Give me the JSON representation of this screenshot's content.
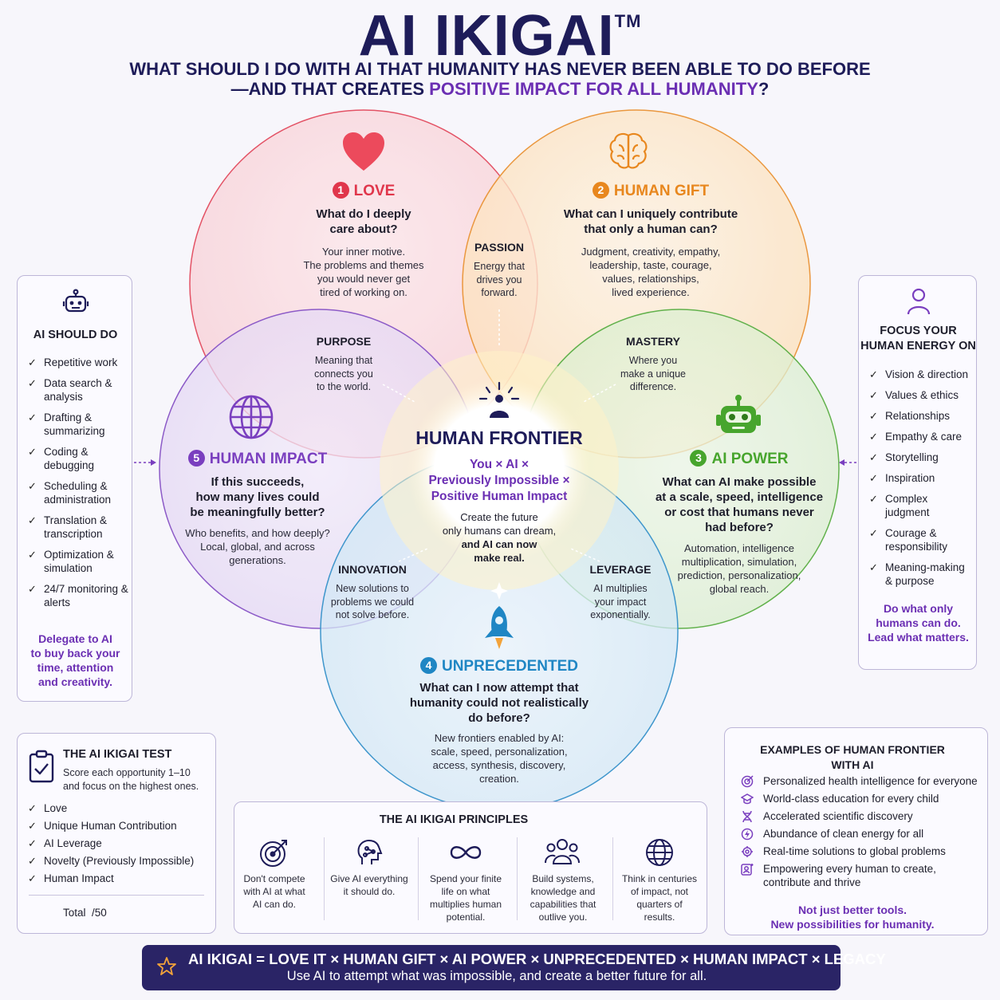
{
  "header": {
    "title": "AI IKIGAI",
    "tm": "TM",
    "subtitle_line1": "WHAT SHOULD I DO WITH AI THAT HUMANITY HAS NEVER BEEN ABLE TO DO BEFORE",
    "subtitle_line2_a": "—AND THAT CREATES ",
    "subtitle_line2_b": "POSITIVE IMPACT FOR ALL HUMANITY",
    "subtitle_line2_c": "?"
  },
  "colors": {
    "love": "#e0364b",
    "gift": "#e8871e",
    "power": "#47a52d",
    "unprecedented": "#1f86c4",
    "impact": "#7a3fbf",
    "navy": "#1e1c59",
    "accent_purple": "#6b2fb3"
  },
  "circles": {
    "love": {
      "num": "1",
      "title": "LOVE",
      "question": [
        "What do I deeply",
        "care about?"
      ],
      "desc": [
        "Your inner motive.",
        "The problems and themes",
        "you would never get",
        "tired of working on."
      ],
      "icon": "heart-icon"
    },
    "gift": {
      "num": "2",
      "title": "HUMAN GIFT",
      "question": [
        "What can I uniquely contribute",
        "that only a human can?"
      ],
      "desc": [
        "Judgment, creativity, empathy,",
        "leadership, taste, courage,",
        "values, relationships,",
        "lived experience."
      ],
      "icon": "brain-icon"
    },
    "power": {
      "num": "3",
      "title": "AI POWER",
      "question": [
        "What can AI make possible",
        "at a scale, speed, intelligence",
        "or cost that humans never",
        "had before?"
      ],
      "desc": [
        "Automation, intelligence",
        "multiplication, simulation,",
        "prediction, personalization,",
        "global reach."
      ],
      "icon": "robot-icon"
    },
    "unprecedented": {
      "num": "4",
      "title": "UNPRECEDENTED",
      "question": [
        "What can I now attempt that",
        "humanity could not realistically",
        "do before?"
      ],
      "desc": [
        "New frontiers enabled by AI:",
        "scale, speed, personalization,",
        "access, synthesis, discovery,",
        "creation."
      ],
      "icon": "rocket-icon"
    },
    "impact": {
      "num": "5",
      "title": "HUMAN IMPACT",
      "question": [
        "If this succeeds,",
        "how many lives could",
        "be meaningfully better?"
      ],
      "desc": [
        "Who benefits, and how deeply?",
        "Local, global, and across",
        "generations."
      ],
      "icon": "globe-icon"
    }
  },
  "overlaps": {
    "passion": {
      "label": "PASSION",
      "desc": [
        "Energy that",
        "drives you",
        "forward."
      ]
    },
    "purpose": {
      "label": "PURPOSE",
      "desc": [
        "Meaning that",
        "connects you",
        "to the world."
      ]
    },
    "mastery": {
      "label": "MASTERY",
      "desc": [
        "Where you",
        "make a unique",
        "difference."
      ]
    },
    "innovation": {
      "label": "INNOVATION",
      "desc": [
        "New solutions to",
        "problems we could",
        "not solve before."
      ]
    },
    "leverage": {
      "label": "LEVERAGE",
      "desc": [
        "AI multiplies",
        "your impact",
        "exponentially."
      ]
    }
  },
  "frontier": {
    "title": "HUMAN FRONTIER",
    "formula": [
      "You × AI ×",
      "Previously Impossible ×",
      "Positive Human Impact"
    ],
    "desc": [
      "Create the future",
      "only humans can dream,",
      "and AI can now",
      "make real."
    ]
  },
  "left_panel": {
    "title": "AI SHOULD DO",
    "items": [
      "Repetitive work",
      "Data search & analysis",
      "Drafting & summarizing",
      "Coding & debugging",
      "Scheduling & administration",
      "Translation & transcription",
      "Optimization & simulation",
      "24/7 monitoring & alerts"
    ],
    "footer": [
      "Delegate to AI",
      "to buy back your",
      "time, attention",
      "and creativity."
    ]
  },
  "right_panel": {
    "title": [
      "FOCUS YOUR",
      "HUMAN ENERGY ON"
    ],
    "items": [
      "Vision & direction",
      "Values & ethics",
      "Relationships",
      "Empathy & care",
      "Storytelling",
      "Inspiration",
      "Complex judgment",
      "Courage & responsibility",
      "Meaning-making & purpose"
    ],
    "footer": [
      "Do what only",
      "humans can do.",
      "Lead what matters."
    ]
  },
  "test_panel": {
    "title": "THE AI IKIGAI TEST",
    "desc": [
      "Score each opportunity 1–10",
      "and focus on the highest ones."
    ],
    "items": [
      "Love",
      "Unique Human Contribution",
      "AI Leverage",
      "Novelty (Previously Impossible)",
      "Human Impact"
    ],
    "total": "Total  /50"
  },
  "principles": {
    "title": "THE AI IKIGAI PRINCIPLES",
    "items": [
      {
        "icon": "target-icon",
        "text": [
          "Don't compete",
          "with AI at what",
          "AI can do."
        ]
      },
      {
        "icon": "ai-head-icon",
        "text": [
          "Give AI everything",
          "it should do."
        ]
      },
      {
        "icon": "infinity-icon",
        "text": [
          "Spend your finite",
          "life on what",
          "multiplies human",
          "potential."
        ]
      },
      {
        "icon": "people-icon",
        "text": [
          "Build systems,",
          "knowledge and",
          "capabilities that",
          "outlive you."
        ]
      },
      {
        "icon": "globe-icon",
        "text": [
          "Think in centuries",
          "of impact, not",
          "quarters of",
          "results."
        ]
      }
    ]
  },
  "examples": {
    "title": [
      "EXAMPLES OF HUMAN FRONTIER",
      "WITH AI"
    ],
    "items": [
      "Personalized health intelligence for everyone",
      "World-class education for every child",
      "Accelerated scientific discovery",
      "Abundance of clean energy for all",
      "Real-time solutions to global problems",
      "Empowering every human to create, contribute and thrive"
    ],
    "footer": [
      "Not just better tools.",
      "New possibilities for humanity."
    ]
  },
  "banner": {
    "formula": "AI IKIGAI = LOVE IT × HUMAN GIFT × AI POWER × UNPRECEDENTED × HUMAN IMPACT × LEGACY",
    "tagline": "Use AI to attempt what was impossible, and create a better future for all."
  }
}
